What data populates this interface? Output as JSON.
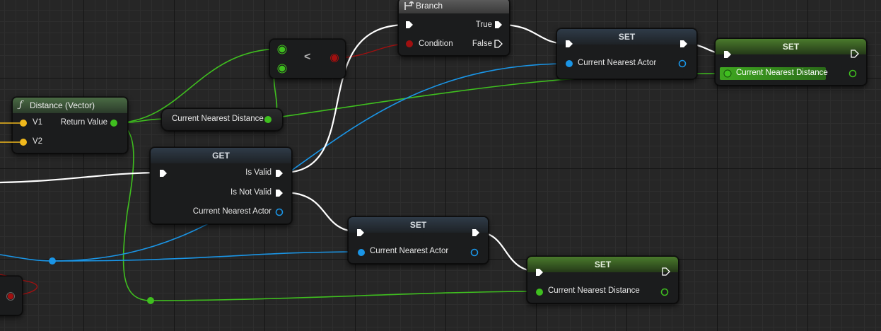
{
  "nodes": {
    "branch": {
      "title": "Branch",
      "true": "True",
      "false": "False",
      "condition": "Condition"
    },
    "less": {
      "symbol": "<"
    },
    "distance": {
      "title": "Distance (Vector)",
      "v1": "V1",
      "v2": "V2",
      "return": "Return Value"
    },
    "var_get_distance": {
      "label": "Current Nearest Distance"
    },
    "get": {
      "title": "GET",
      "is_valid": "Is Valid",
      "is_not_valid": "Is Not Valid",
      "actor": "Current Nearest Actor"
    },
    "set_actor_top": {
      "title": "SET",
      "actor": "Current Nearest Actor"
    },
    "set_distance_top": {
      "title": "SET",
      "distance": "Current Nearest Distance"
    },
    "set_actor_mid": {
      "title": "SET",
      "actor": "Current Nearest Actor"
    },
    "set_distance_bottom": {
      "title": "SET",
      "distance": "Current Nearest Distance"
    }
  },
  "colors": {
    "exec_wire": "#ffffff",
    "float_wire": "#3fbf1f",
    "object_wire": "#1a95e6",
    "bool_wire": "#a01010",
    "vector_pin": "#f0b81c",
    "background": "#262626"
  }
}
